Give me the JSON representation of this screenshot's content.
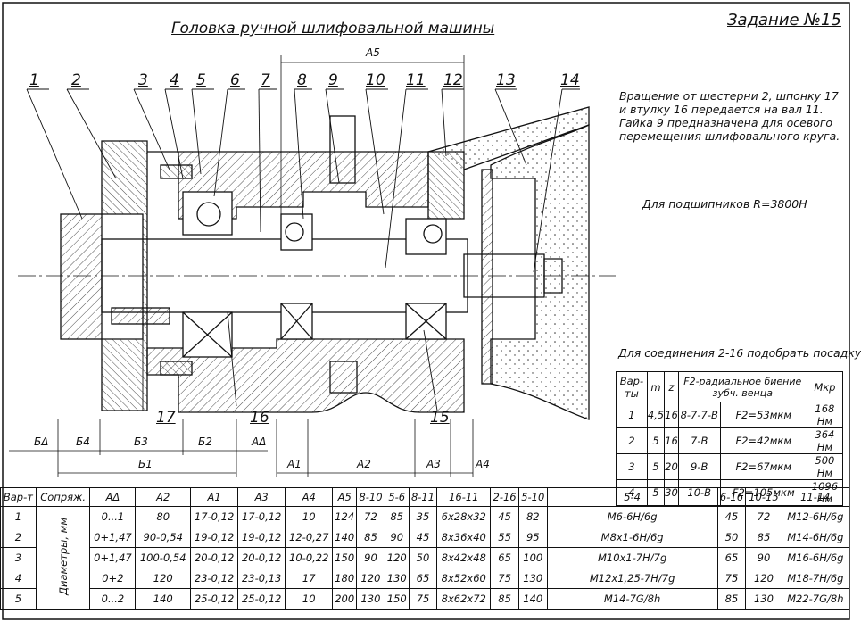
{
  "title": "Головка ручной шлифовальной машины",
  "task": "Задание №15",
  "note": "Вращение от шестерни 2, шпонку 17 и втулку 16 передается на вал 11. Гайка 9 предназначена для осевого перемещения шлифовального круга.",
  "bearing_note": "Для подшипников R=3800Н",
  "fit_note": "Для соединения 2-16 подобрать посадку",
  "part_numbers": [
    "1",
    "2",
    "3",
    "4",
    "5",
    "6",
    "7",
    "8",
    "9",
    "10",
    "11",
    "12",
    "13",
    "14",
    "15",
    "16",
    "17"
  ],
  "dimensions": {
    "A5": "A5",
    "A1": "A1",
    "A2": "A2",
    "A3": "A3",
    "A4": "A4",
    "AD": "AΔ",
    "BD": "БΔ",
    "B4": "Б4",
    "B3": "Б3",
    "B2": "Б2",
    "B1": "Б1"
  },
  "gear_table": {
    "headers": [
      "Вар-ты",
      "m",
      "z",
      "F2-радиальное биение зубч. венца",
      "Mкр"
    ],
    "rows": [
      [
        "1",
        "4,5",
        "16",
        "8-7-7-В",
        "F2=53мкм",
        "168 Нм"
      ],
      [
        "2",
        "5",
        "16",
        "7-В",
        "F2=42мкм",
        "364 Нм"
      ],
      [
        "3",
        "5",
        "20",
        "9-В",
        "F2=67мкм",
        "500 Нм"
      ],
      [
        "4",
        "5",
        "30",
        "10-В",
        "F2=105мкм",
        "1096 Нм"
      ]
    ]
  },
  "main_table": {
    "headers": [
      "Вар-т",
      "Сопряж.",
      "AΔ",
      "A2",
      "A1",
      "A3",
      "A4",
      "A5",
      "8-10",
      "5-6",
      "8-11",
      "16-11",
      "2-16",
      "5-10",
      "5-4",
      "6-16",
      "10-15",
      "11-14"
    ],
    "side_label": "Диаметры, мм",
    "rows": [
      [
        "1",
        "0...1",
        "80",
        "17-0,12",
        "17-0,12",
        "10",
        "124",
        "72",
        "85",
        "35",
        "6x28x32",
        "45",
        "82",
        "M6-6H/6g",
        "45",
        "72",
        "M12-6H/6g"
      ],
      [
        "2",
        "0+1,47",
        "90-0,54",
        "19-0,12",
        "19-0,12",
        "12-0,27",
        "140",
        "85",
        "90",
        "45",
        "8x36x40",
        "55",
        "95",
        "M8x1-6H/6g",
        "50",
        "85",
        "M14-6H/6g"
      ],
      [
        "3",
        "0+1,47",
        "100-0,54",
        "20-0,12",
        "20-0,12",
        "10-0,22",
        "150",
        "90",
        "120",
        "50",
        "8x42x48",
        "65",
        "100",
        "M10x1-7H/7g",
        "65",
        "90",
        "M16-6H/6g"
      ],
      [
        "4",
        "0+2",
        "120",
        "23-0,12",
        "23-0,13",
        "17",
        "180",
        "120",
        "130",
        "65",
        "8x52x60",
        "75",
        "130",
        "M12x1,25-7H/7g",
        "75",
        "120",
        "M18-7H/6g"
      ],
      [
        "5",
        "0...2",
        "140",
        "25-0,12",
        "25-0,12",
        "10",
        "200",
        "130",
        "150",
        "75",
        "8x62x72",
        "85",
        "140",
        "M14-7G/8h",
        "85",
        "130",
        "M22-7G/8h"
      ]
    ]
  }
}
